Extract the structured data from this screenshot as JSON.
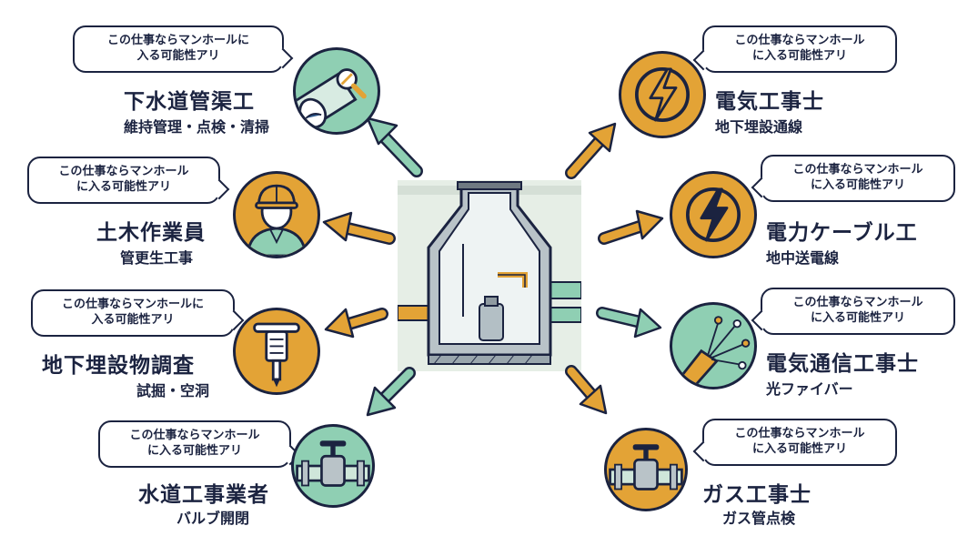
{
  "bubble_text": "この仕事ならマンホールに入る可能性アリ",
  "jobs": [
    {
      "title": "下水道管渠工",
      "subtitle": "維持管理・点検・清掃",
      "bubble_l1": "この仕事ならマンホールに",
      "bubble_l2": "入る可能性アリ",
      "icon": "pipe-magnifier-icon"
    },
    {
      "title": "土木作業員",
      "subtitle": "管更生工事",
      "bubble_l1": "この仕事ならマンホール",
      "bubble_l2": "に入る可能性アリ",
      "icon": "hardhat-worker-icon"
    },
    {
      "title": "地下埋設物調査",
      "subtitle": "試掘・空洞",
      "bubble_l1": "この仕事ならマンホールに",
      "bubble_l2": "入る可能性アリ",
      "icon": "jackhammer-icon"
    },
    {
      "title": "水道工事業者",
      "subtitle": "バルブ開閉",
      "bubble_l1": "この仕事ならマンホール",
      "bubble_l2": "に入る可能性アリ",
      "icon": "water-valve-icon"
    },
    {
      "title": "電気工事士",
      "subtitle": "地下埋設通線",
      "bubble_l1": "この仕事ならマンホール",
      "bubble_l2": "に入る可能性アリ",
      "icon": "lightning-icon"
    },
    {
      "title": "電力ケーブル工",
      "subtitle": "地中送電線",
      "bubble_l1": "この仕事ならマンホール",
      "bubble_l2": "に入る可能性アリ",
      "icon": "power-cable-icon"
    },
    {
      "title": "電気通信工事士",
      "subtitle": "光ファイバー",
      "bubble_l1": "この仕事ならマンホール",
      "bubble_l2": "に入る可能性アリ",
      "icon": "optical-fiber-icon"
    },
    {
      "title": "ガス工事士",
      "subtitle": "ガス管点検",
      "bubble_l1": "この仕事ならマンホール",
      "bubble_l2": "に入る可能性アリ",
      "icon": "gas-valve-icon"
    }
  ],
  "colors": {
    "navy": "#1b2340",
    "orange": "#e3a336",
    "mint": "#8fcfb3",
    "mint_light": "#cfe6da",
    "concrete": "#d6dfe3",
    "ground": "#e9efe6"
  }
}
